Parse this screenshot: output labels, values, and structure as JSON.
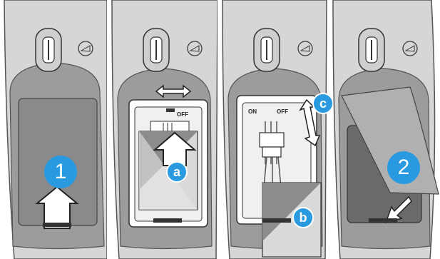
{
  "steps": {
    "step1": "1",
    "step2": "2"
  },
  "callouts": {
    "a": "a",
    "b": "b",
    "c": "c"
  },
  "switch_labels": {
    "on": "ON",
    "off": "OFF"
  },
  "colors": {
    "marker": "#2a9ae0",
    "device": "#d6d6d6",
    "device_shadow": "#bdbdbd",
    "recess": "#8a8a8a",
    "battery_light": "#d9d9d9",
    "battery_dark": "#8c8c8c",
    "cover": "#b0b0b0"
  }
}
